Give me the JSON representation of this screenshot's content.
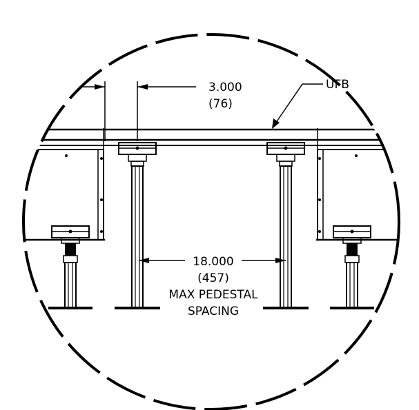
{
  "detail": {
    "top_dimension": {
      "value": "3.000",
      "metric": "(76)"
    },
    "leader_label": "UFB",
    "spacing_dimension": {
      "value": "18.000",
      "metric": "(457)"
    },
    "spacing_note": {
      "line1": "MAX PEDESTAL",
      "line2": "SPACING"
    }
  }
}
